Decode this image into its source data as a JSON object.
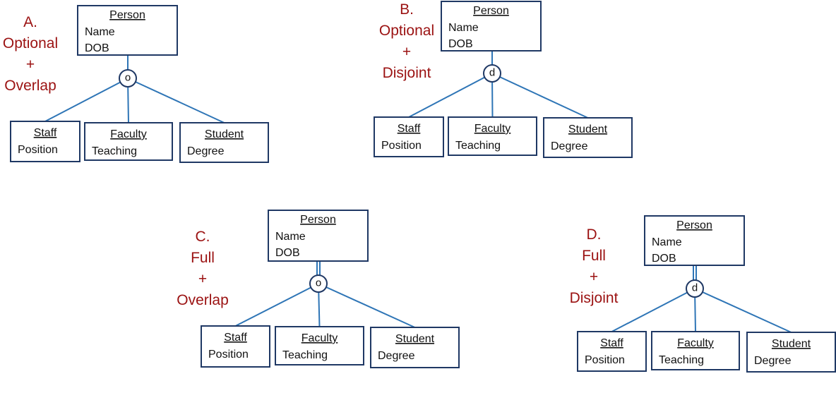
{
  "colors": {
    "caption": "#9b1212",
    "box_border": "#1f3864",
    "connector": "#2e75b6"
  },
  "diagrams": [
    {
      "id": "A",
      "caption_lines": [
        "A.",
        "Optional",
        "+",
        "Overlap"
      ],
      "participation": "optional",
      "constraint_symbol": "o",
      "superclass": {
        "name": "Person",
        "attributes": [
          "Name",
          "DOB"
        ]
      },
      "subclasses": [
        {
          "name": "Staff",
          "attribute": "Position"
        },
        {
          "name": "Faculty",
          "attribute": "Teaching"
        },
        {
          "name": "Student",
          "attribute": "Degree"
        }
      ]
    },
    {
      "id": "B",
      "caption_lines": [
        "B.",
        "Optional",
        "+",
        "Disjoint"
      ],
      "participation": "optional",
      "constraint_symbol": "d",
      "superclass": {
        "name": "Person",
        "attributes": [
          "Name",
          "DOB"
        ]
      },
      "subclasses": [
        {
          "name": "Staff",
          "attribute": "Position"
        },
        {
          "name": "Faculty",
          "attribute": "Teaching"
        },
        {
          "name": "Student",
          "attribute": "Degree"
        }
      ]
    },
    {
      "id": "C",
      "caption_lines": [
        "C.",
        "Full",
        "+",
        "Overlap"
      ],
      "participation": "full",
      "constraint_symbol": "o",
      "superclass": {
        "name": "Person",
        "attributes": [
          "Name",
          "DOB"
        ]
      },
      "subclasses": [
        {
          "name": "Staff",
          "attribute": "Position"
        },
        {
          "name": "Faculty",
          "attribute": "Teaching"
        },
        {
          "name": "Student",
          "attribute": "Degree"
        }
      ]
    },
    {
      "id": "D",
      "caption_lines": [
        "D.",
        "Full",
        "+",
        "Disjoint"
      ],
      "participation": "full",
      "constraint_symbol": "d",
      "superclass": {
        "name": "Person",
        "attributes": [
          "Name",
          "DOB"
        ]
      },
      "subclasses": [
        {
          "name": "Staff",
          "attribute": "Position"
        },
        {
          "name": "Faculty",
          "attribute": "Teaching"
        },
        {
          "name": "Student",
          "attribute": "Degree"
        }
      ]
    }
  ]
}
